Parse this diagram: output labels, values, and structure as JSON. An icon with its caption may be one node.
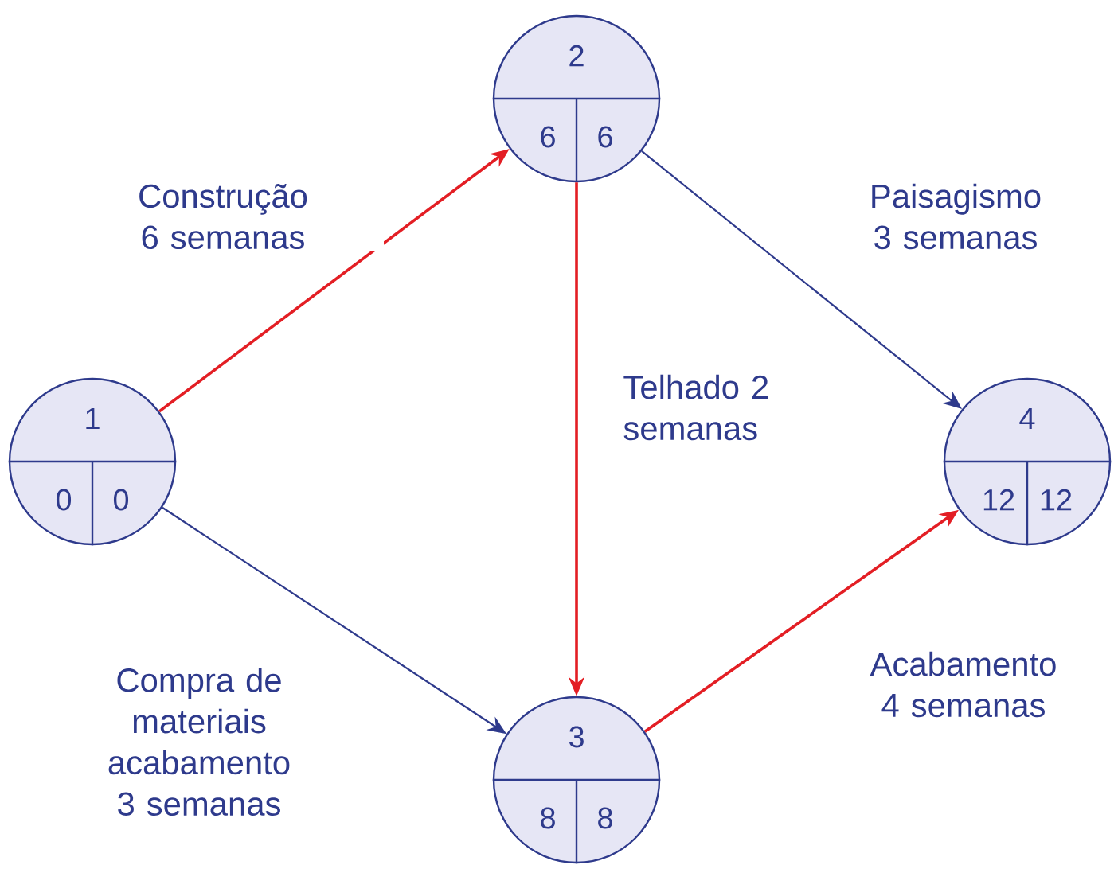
{
  "diagram": {
    "nodes": [
      {
        "text": [
          "1",
          "0",
          "0"
        ]
      },
      {
        "text": [
          "2",
          "6",
          "6"
        ]
      },
      {
        "text": [
          "3",
          "8",
          "8"
        ]
      },
      {
        "text": [
          "4",
          "12",
          "12"
        ]
      }
    ],
    "edges": [
      {
        "from": 0,
        "to": 1,
        "arrow": "to",
        "label": "Construção 6 semanas"
      },
      {
        "from": 0,
        "to": 2,
        "arrow": "to",
        "label": "Compra de materiais acabamento 3 semanas",
        "color": "#2e3a8c"
      },
      {
        "from": 1,
        "to": 2,
        "arrow": "to",
        "label": "Telhado 2 semanas"
      },
      {
        "from": 1,
        "to": 3,
        "arrow": "to",
        "label": "Paisagismo 3 semanas",
        "color": "#2e3a8c"
      },
      {
        "from": 2,
        "to": 3,
        "arrow": "to",
        "label": "Acabamento 4 semanas"
      }
    ]
  }
}
